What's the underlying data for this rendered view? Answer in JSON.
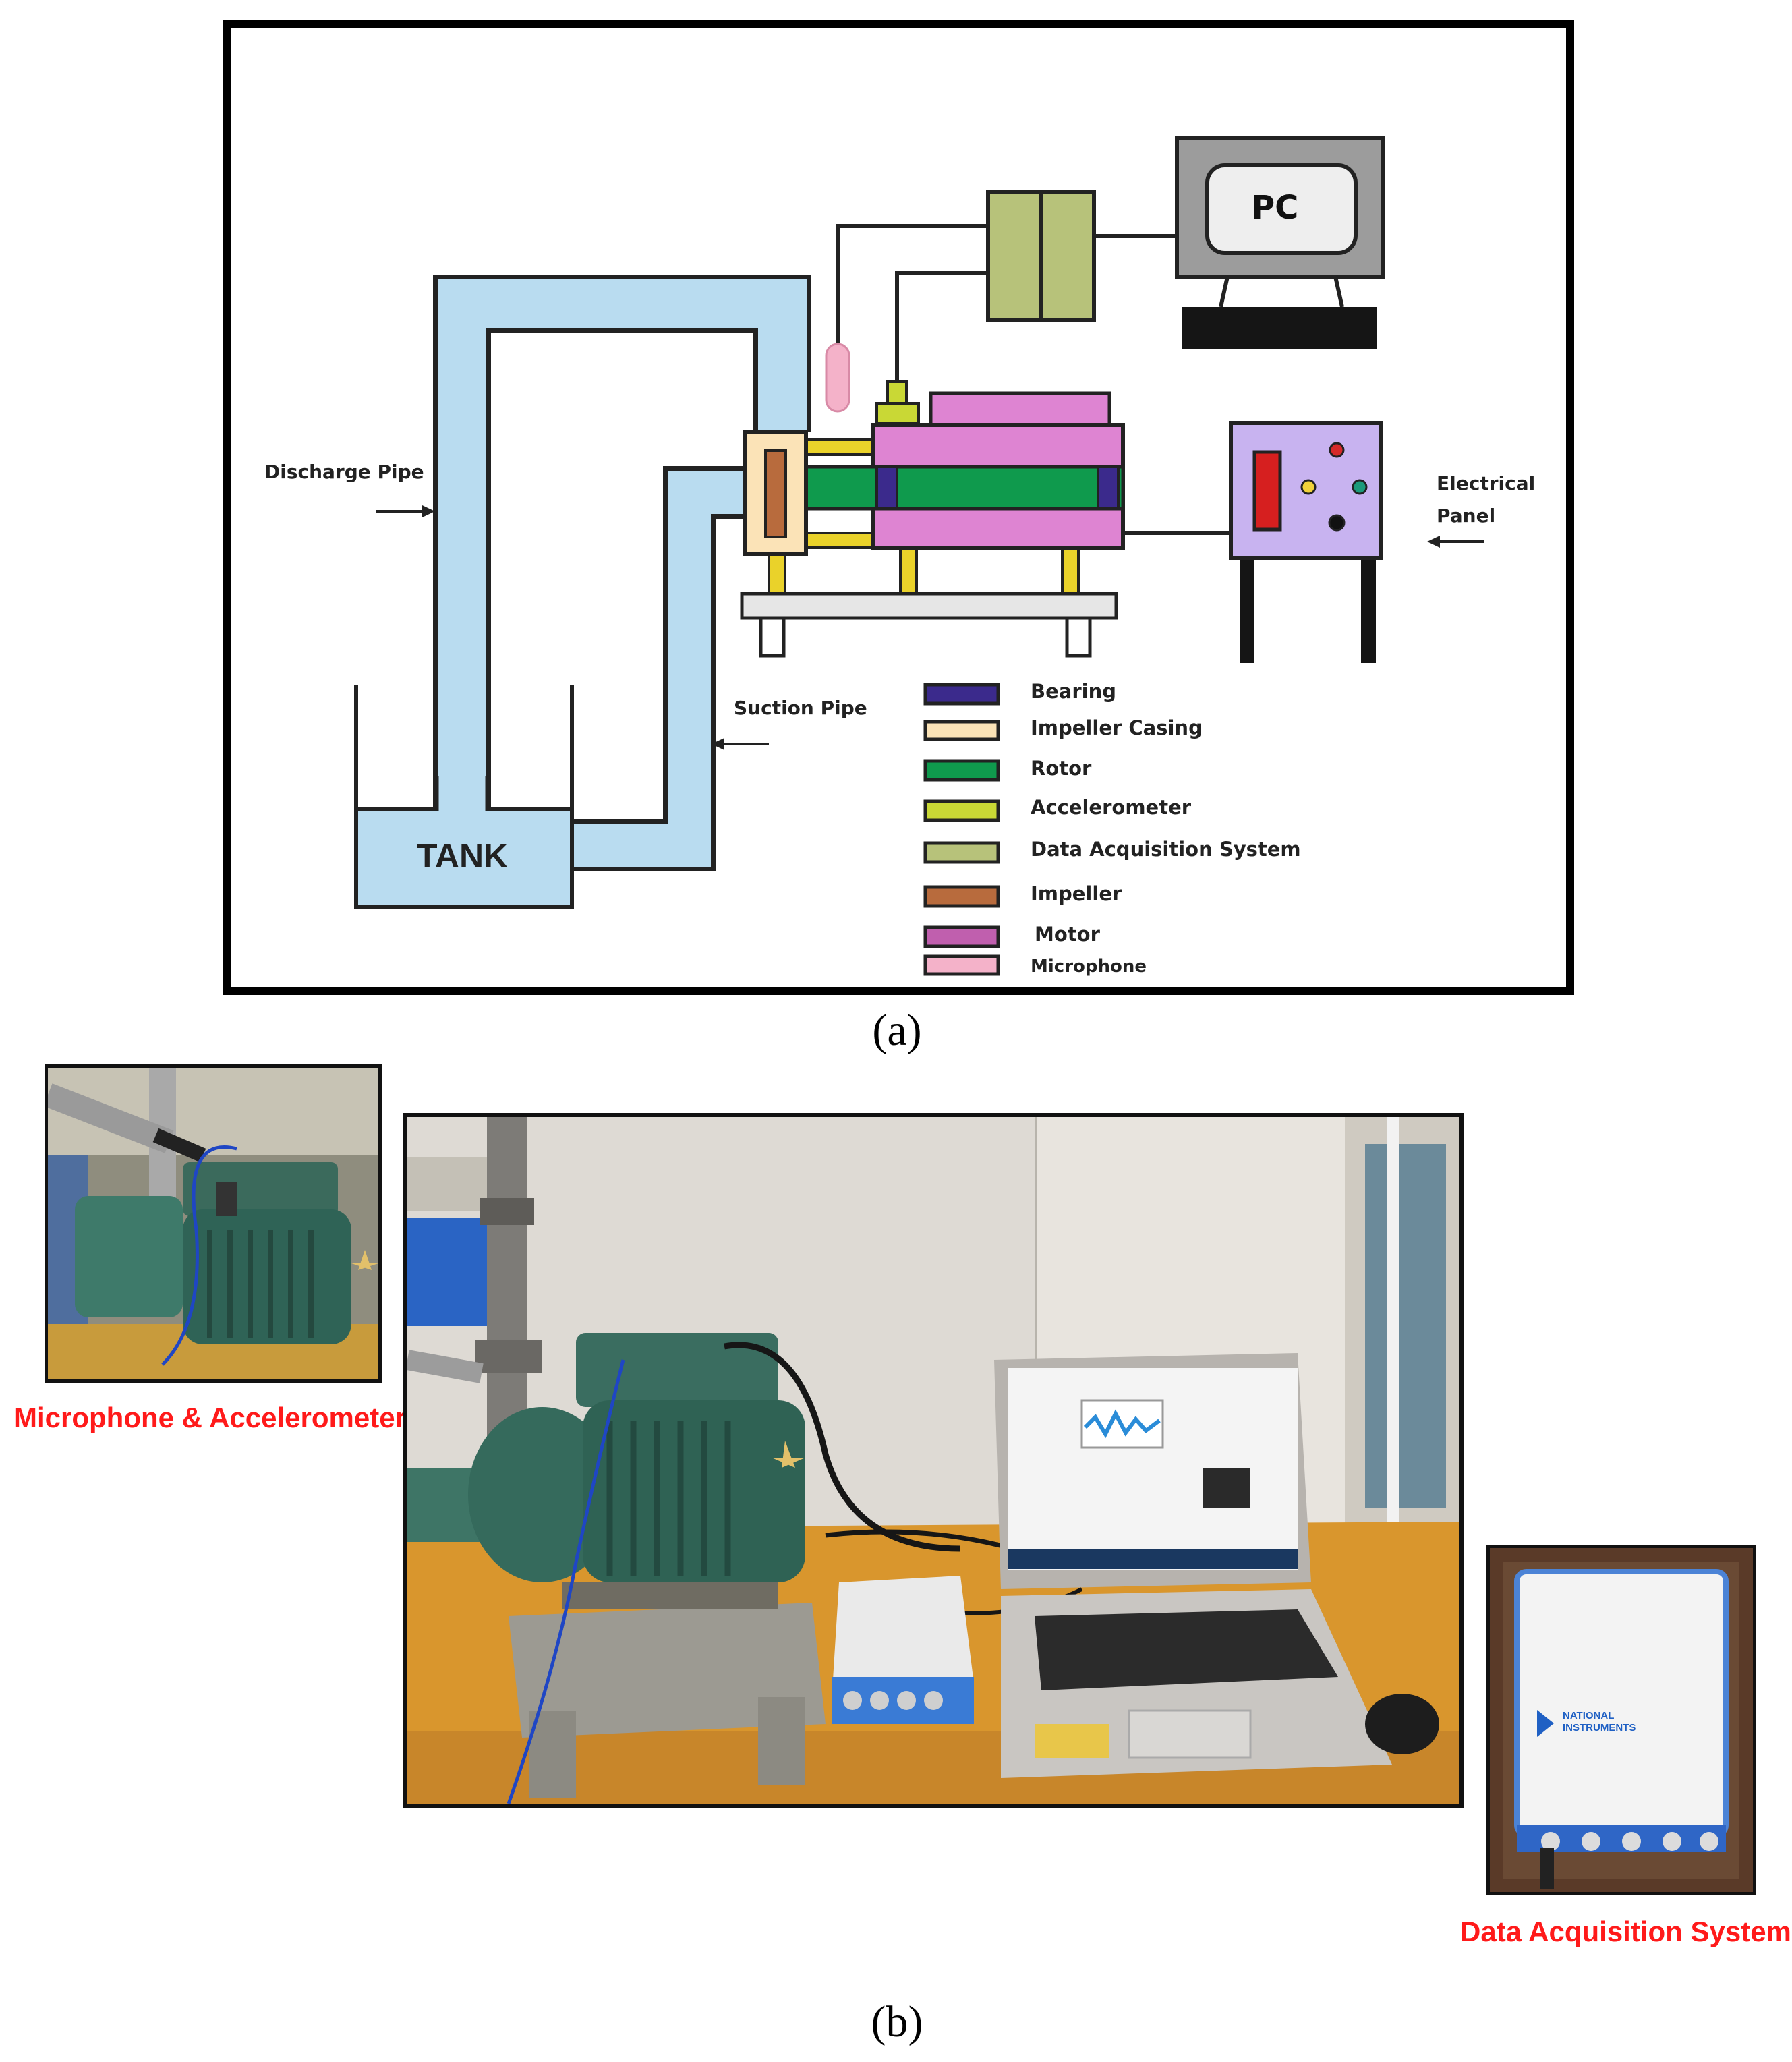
{
  "panel_a": {
    "pc_label": "PC",
    "tank_label": "TANK",
    "discharge_pipe": "Discharge Pipe",
    "suction_pipe": "Suction Pipe",
    "electrical_panel": "Electrical\nPanel",
    "legend": [
      {
        "label": "Bearing",
        "color": "#3b2a8c"
      },
      {
        "label": "Impeller Casing",
        "color": "#fbe3b7"
      },
      {
        "label": "Rotor",
        "color": "#0f9a4d"
      },
      {
        "label": "Accelerometer",
        "color": "#c9d835"
      },
      {
        "label": "Data Acquisition System",
        "color": "#b7c27a"
      },
      {
        "label": "Impeller",
        "color": "#b86b3d"
      },
      {
        "label": "Motor",
        "color": "#c05fae"
      },
      {
        "label": "Microphone",
        "color": "#f4b2c9"
      }
    ],
    "caption": "(a)"
  },
  "panel_b": {
    "left_photo_label": "Microphone & Accelerometer",
    "right_photo_label": "Data Acquisition System",
    "daq_brand": "NATIONAL INSTRUMENTS",
    "caption": "(b)"
  },
  "colors": {
    "pipe": "#b9dcf0",
    "motor": "#de84d2",
    "rotor": "#0f9a4d",
    "bearing": "#3b2a8c",
    "casing": "#fbe3b7",
    "impeller": "#b86b3d",
    "accelerometer": "#c9d835",
    "daq": "#b7c27a",
    "mount": "#ead22a",
    "panel": "#c8b3f0",
    "microphone": "#f4b2c9",
    "pc_frame": "#9c9c9c"
  }
}
